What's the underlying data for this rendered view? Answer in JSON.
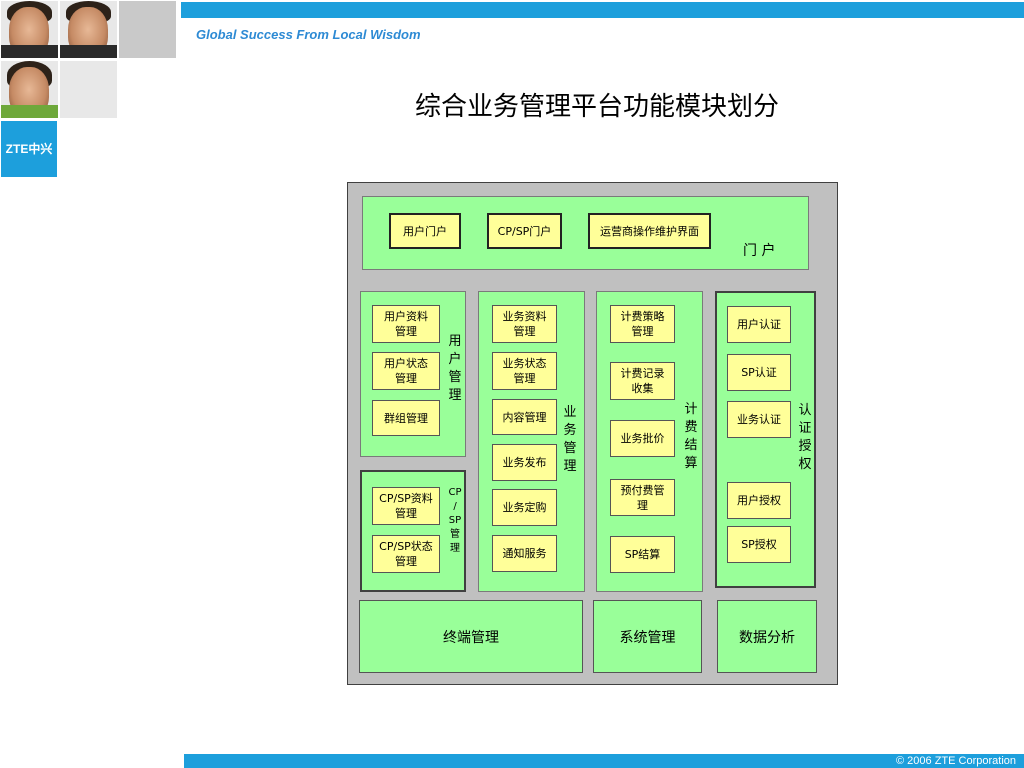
{
  "header": {
    "slogan": "Global Success From Local Wisdom",
    "logo_text": "ZTE中兴"
  },
  "title": "综合业务管理平台功能模块划分",
  "diagram": {
    "portal": {
      "label": "门 户",
      "items": [
        "用户门户",
        "CP/SP门户",
        "运营商操作维护界面"
      ]
    },
    "user_mgmt": {
      "label": "用\n户\n管\n理",
      "items": [
        "用户资料\n管理",
        "用户状态\n管理",
        "群组管理"
      ]
    },
    "cpsp_mgmt": {
      "label": "CP\n/\nSP\n管\n理",
      "items": [
        "CP/SP资料\n管理",
        "CP/SP状态\n管理"
      ]
    },
    "service_mgmt": {
      "label": "业\n务\n管\n理",
      "items": [
        "业务资料\n管理",
        "业务状态\n管理",
        "内容管理",
        "业务发布",
        "业务定购",
        "通知服务"
      ]
    },
    "billing": {
      "label": "计\n费\n结\n算",
      "items": [
        "计费策略\n管理",
        "计费记录\n收集",
        "业务批价",
        "预付费管\n理",
        "SP结算"
      ]
    },
    "auth": {
      "label": "认\n证\n授\n权",
      "items": [
        "用户认证",
        "SP认证",
        "业务认证",
        "用户授权",
        "SP授权"
      ]
    },
    "bottom": [
      "终端管理",
      "系统管理",
      "数据分析"
    ]
  },
  "footer": {
    "copyright": "© 2006 ZTE Corporation"
  },
  "colors": {
    "brand_blue": "#1d9fdc",
    "panel_green": "#99ff99",
    "box_yellow": "#ffff99",
    "frame_gray": "#c0c0c0"
  }
}
